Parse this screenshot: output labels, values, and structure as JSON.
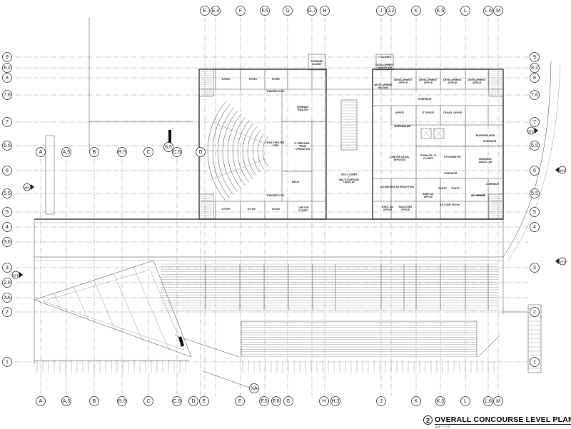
{
  "plan": {
    "title_number": "2",
    "title": "OVERALL CONCOURSE LEVEL PLAN",
    "scale": "1/16\" = 1'-0\"",
    "grid_top": [
      "E",
      "E.4",
      "F",
      "F.5",
      "G",
      "G.7",
      "H",
      "J",
      "J.2",
      "K",
      "K.5",
      "L",
      "L.6",
      "M"
    ],
    "grid_bottom": [
      "A",
      "A.5",
      "B",
      "B.5",
      "C",
      "C.5",
      "D",
      "E",
      "F",
      "F.5",
      "F.8",
      "G",
      "H",
      "H.3",
      "J",
      "K",
      "K.5",
      "L",
      "L.6",
      "M"
    ],
    "grid_mid": [
      "A",
      "A.5",
      "B",
      "B.5",
      "C",
      "C.5",
      "D"
    ],
    "mid_marker": "6.5",
    "rows": [
      "9",
      "8.2",
      "8",
      "7.6",
      "7",
      "6.5",
      "6",
      "5.5",
      "5",
      "4",
      "3.6",
      "3",
      "2.8",
      "XA",
      "2",
      "1"
    ],
    "callout_xa": "XA",
    "section_tags": [
      "A5-1",
      "A5-1",
      "A7-1",
      "A7-1",
      "A7-1"
    ],
    "rooms": [
      {
        "id": "tutor-1",
        "name": "TUTOR"
      },
      {
        "id": "tutor-2",
        "name": "TUTOR"
      },
      {
        "id": "tutor-3",
        "name": "TUTOR"
      },
      {
        "id": "theater-ctrl-1",
        "name": "THEATER CTRL"
      },
      {
        "id": "storage-closet",
        "name": "STORAGE CLOSET"
      },
      {
        "id": "seminar-theater",
        "name": "SEMINAR THEATER"
      },
      {
        "id": "team-theater",
        "name": "TEAM THEATER / VRR"
      },
      {
        "id": "it-services",
        "name": "IT SERVICES - TEAM OPERATION"
      },
      {
        "id": "mech",
        "name": "MECH"
      },
      {
        "id": "theater-ctrl-2",
        "name": "THEATER CTRL"
      },
      {
        "id": "tutor-4",
        "name": "TUTOR"
      },
      {
        "id": "tutor-5",
        "name": "TUTOR"
      },
      {
        "id": "tutor-6",
        "name": "TUTOR"
      },
      {
        "id": "janitor-closet",
        "name": "JANITOR CLOSET"
      },
      {
        "id": "lobby",
        "name": "SIS 12 LOBBY / MULTI-PURPOSE / DISPLAY"
      },
      {
        "id": "it-closet-1",
        "name": "IT CLOSET"
      },
      {
        "id": "dev-reception",
        "name": "DEVELOPMENT RECEPTION"
      },
      {
        "id": "dev-waiting",
        "name": "DEVELOPMENT WAITING"
      },
      {
        "id": "dev-office-1",
        "name": "DEVELOPMENT OFFICE"
      },
      {
        "id": "dev-office-2",
        "name": "DEVELOPMENT OFFICE"
      },
      {
        "id": "dev-office-3",
        "name": "DEVELOPMENT OFFICE"
      },
      {
        "id": "dev-office-4",
        "name": "DEVELOPMENT OFFICE"
      },
      {
        "id": "corridor-1",
        "name": "CORRIDOR"
      },
      {
        "id": "office",
        "name": "OFFICE"
      },
      {
        "id": "it-office",
        "name": "IT OFFICE"
      },
      {
        "id": "travel-office",
        "name": "TRAVEL OFFICE"
      },
      {
        "id": "ad-office",
        "name": "A.D. OFFICE"
      },
      {
        "id": "business-mgr",
        "name": "BUSINESS MGR"
      },
      {
        "id": "working-aid",
        "name": "WORKING AID"
      },
      {
        "id": "corridor-2",
        "name": "CORRIDOR"
      },
      {
        "id": "business-assoc-ad",
        "name": "BUSINESS ASSOC. AD"
      },
      {
        "id": "janitor-legal",
        "name": "JANITOR LEGAL SERVICES"
      },
      {
        "id": "storage-it-closet",
        "name": "STORAGE / IT CLOSET"
      },
      {
        "id": "kitchenette",
        "name": "KITCHENETTE"
      },
      {
        "id": "corridor-3",
        "name": "CORRIDOR"
      },
      {
        "id": "ad-waiting",
        "name": "AD WAITING"
      },
      {
        "id": "ad-reception",
        "name": "AD RECEPTION"
      },
      {
        "id": "toilet-1",
        "name": "TOILET"
      },
      {
        "id": "toilet-2",
        "name": "TOILET"
      },
      {
        "id": "corridor-4",
        "name": "CORRIDOR"
      },
      {
        "id": "exec-ad-office-1",
        "name": "EXEC. AD OFFICE"
      },
      {
        "id": "facilities-office",
        "name": "FACILITIES OFFICE"
      },
      {
        "id": "exec-ad-office-2",
        "name": "EXEC AD OFFICE"
      },
      {
        "id": "ad-conf-room",
        "name": "AD CONF. ROOM"
      },
      {
        "id": "ad-office",
        "name": "AD OFFICE"
      }
    ]
  }
}
